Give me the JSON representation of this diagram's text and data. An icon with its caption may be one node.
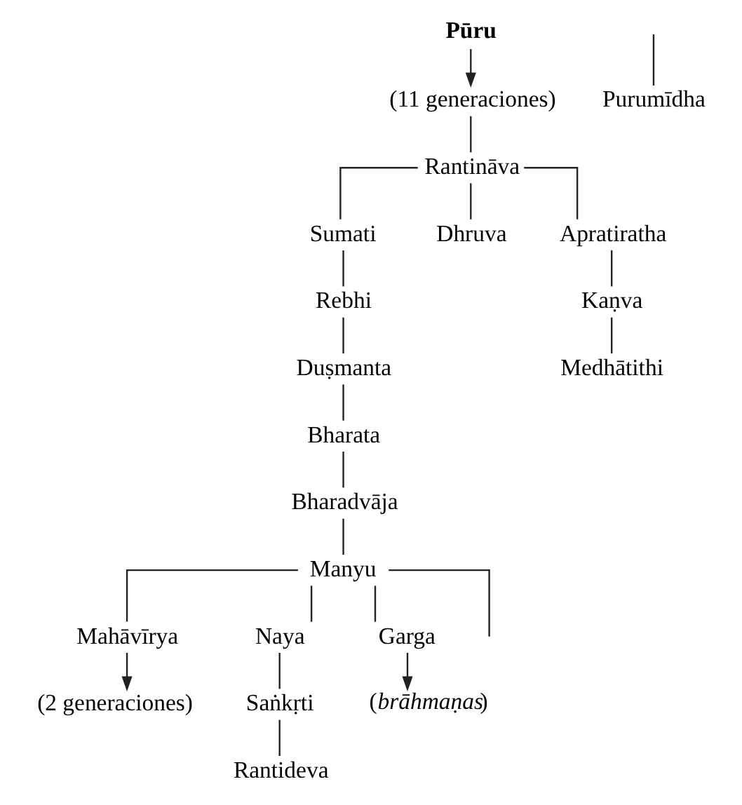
{
  "diagram": {
    "nodes": [
      {
        "text": [
          "Pūru"
        ]
      },
      {
        "text": [
          "(11 generaciones)"
        ]
      },
      {
        "text": [
          "Rantināva"
        ]
      },
      {
        "text": [
          "Sumati"
        ]
      },
      {
        "text": [
          "Dhruva"
        ]
      },
      {
        "text": [
          "Apratiratha"
        ]
      },
      {
        "text": [
          "Rebhi"
        ]
      },
      {
        "text": [
          "Kaṇva"
        ]
      },
      {
        "text": [
          "Duṣmanta"
        ]
      },
      {
        "text": [
          "Medhātithi"
        ]
      },
      {
        "text": [
          "Bharata"
        ]
      },
      {
        "text": [
          "Bharadvāja"
        ]
      },
      {
        "text": [
          "Manyu"
        ]
      },
      {
        "text": [
          "Mahāvīrya"
        ]
      },
      {
        "text": [
          "Naya"
        ]
      },
      {
        "text": [
          "Garga"
        ]
      },
      {
        "text": [
          "(2 generaciones)"
        ]
      },
      {
        "text": [
          "Saṅkṛti"
        ]
      },
      {
        "text": [
          "(*brāhmaṇas*)"
        ]
      },
      {
        "text": [
          "Purumīdha"
        ]
      },
      {
        "text": [
          "Rantideva"
        ]
      }
    ],
    "edges": [
      {
        "from": 0,
        "to": 1,
        "arrow": "to"
      },
      {
        "from": 1,
        "to": 2,
        "arrow": "none"
      },
      {
        "from": 2,
        "to": 3,
        "arrow": "none"
      },
      {
        "from": 2,
        "to": 4,
        "arrow": "none"
      },
      {
        "from": 2,
        "to": 5,
        "arrow": "none"
      },
      {
        "from": 3,
        "to": 6,
        "arrow": "none"
      },
      {
        "from": 5,
        "to": 7,
        "arrow": "none"
      },
      {
        "from": 6,
        "to": 8,
        "arrow": "none"
      },
      {
        "from": 7,
        "to": 9,
        "arrow": "none"
      },
      {
        "from": 8,
        "to": 10,
        "arrow": "none"
      },
      {
        "from": 10,
        "to": 11,
        "arrow": "none"
      },
      {
        "from": 11,
        "to": 12,
        "arrow": "none"
      },
      {
        "from": 12,
        "to": null,
        "arrow": "none"
      },
      {
        "from": 12,
        "to": 13,
        "arrow": "none"
      },
      {
        "from": 12,
        "to": 14,
        "arrow": "none"
      },
      {
        "from": 12,
        "to": 15,
        "arrow": "none"
      },
      {
        "from": 13,
        "to": 16,
        "arrow": "to"
      },
      {
        "from": 14,
        "to": 17,
        "arrow": "none"
      },
      {
        "from": 15,
        "to": 18,
        "arrow": "to"
      },
      {
        "from": null,
        "to": 19,
        "arrow": "none"
      },
      {
        "from": 17,
        "to": 20,
        "arrow": "none"
      }
    ]
  }
}
